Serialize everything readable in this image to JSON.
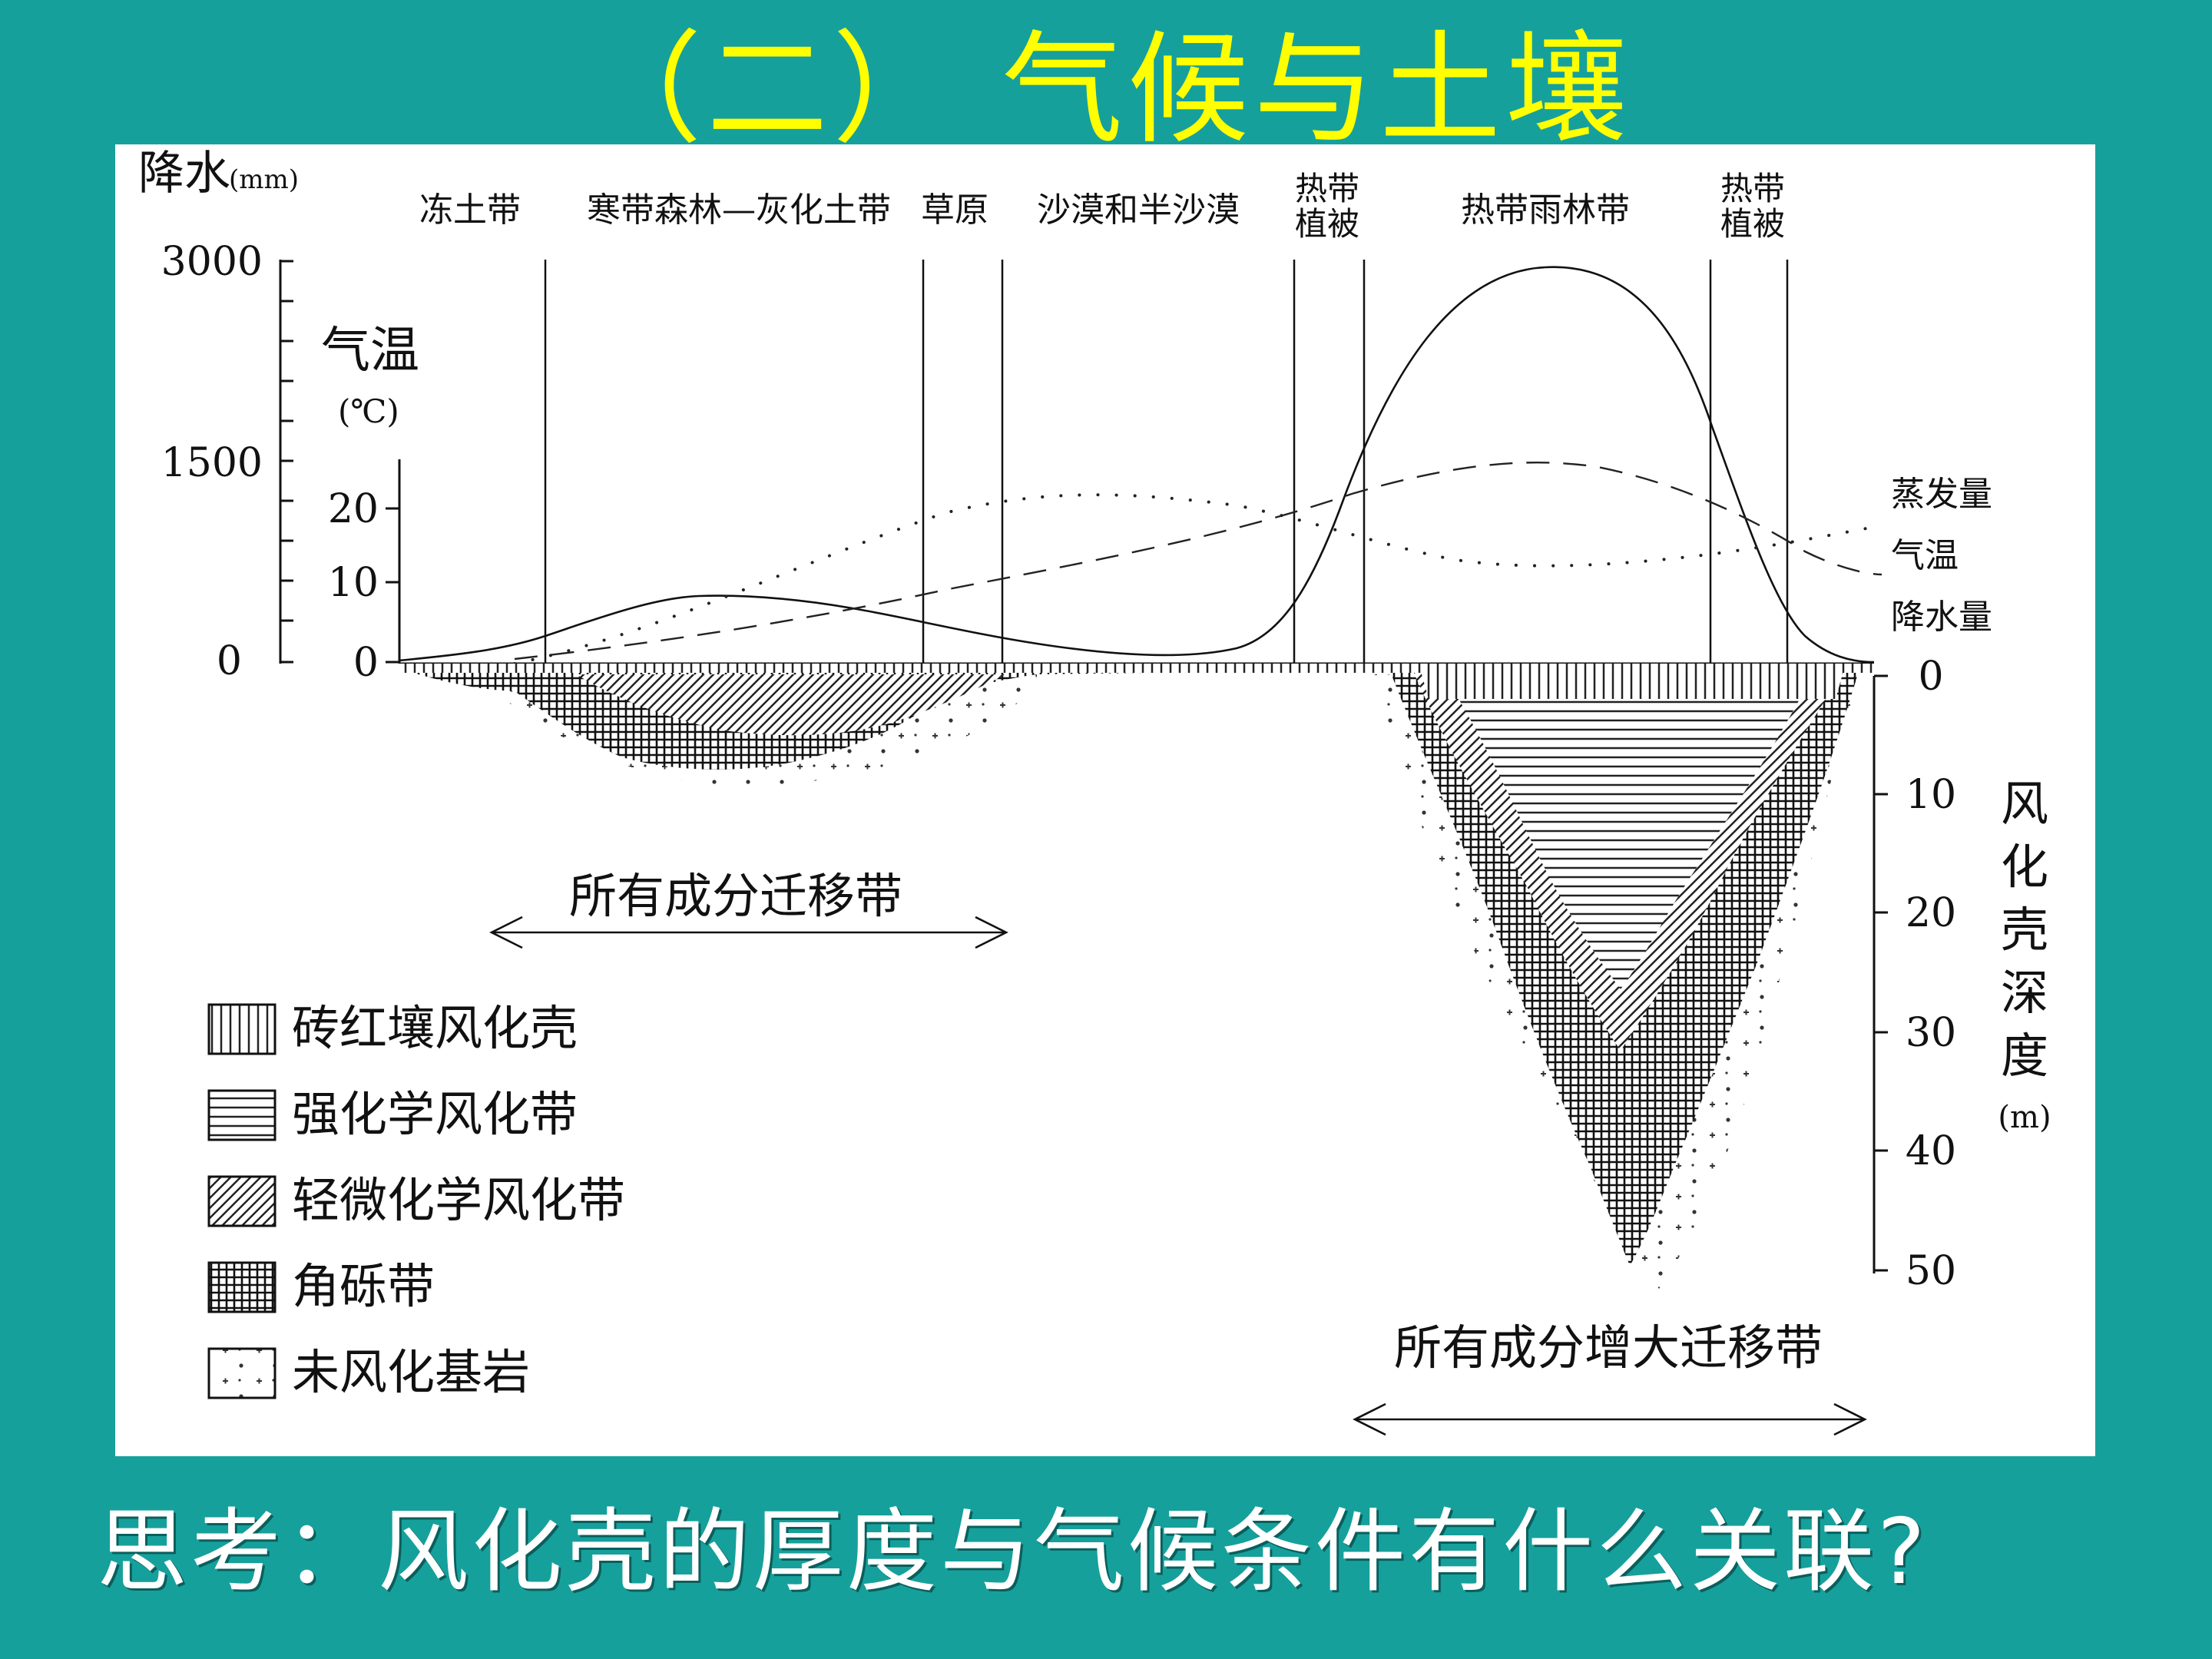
{
  "title": "（二）  气候与土壤",
  "question": "思考：风化壳的厚度与气候条件有什么关联?",
  "diagram": {
    "left_axis": {
      "label": "降水",
      "unit": "(mm)",
      "ticks": [
        "3000",
        "1500",
        "0"
      ]
    },
    "temp_axis": {
      "label": "气温",
      "unit": "(℃)",
      "ticks": [
        "20",
        "10",
        "0"
      ]
    },
    "zones": {
      "z1": "冻土带",
      "z2": "寒带森林—灰化土带",
      "z3": "草原",
      "z4": "沙漠和半沙漠",
      "z5a": "热带",
      "z5b": "植被",
      "z6": "热带雨林带",
      "z7a": "热带",
      "z7b": "植被"
    },
    "curve_labels": {
      "evaporation": "蒸发量",
      "temperature": "气温",
      "precipitation": "降水量"
    },
    "right_axis": {
      "label_chars": [
        "风",
        "化",
        "壳",
        "深",
        "度"
      ],
      "unit": "(m)",
      "ticks": [
        "0",
        "10",
        "20",
        "30",
        "40",
        "50"
      ]
    },
    "migration_left": "所有成分迁移带",
    "migration_right": "所有成分增大迁移带",
    "legend": [
      "砖红壤风化壳",
      "强化学风化带",
      "轻微化学风化带",
      "角砾带",
      "未风化基岩"
    ]
  }
}
